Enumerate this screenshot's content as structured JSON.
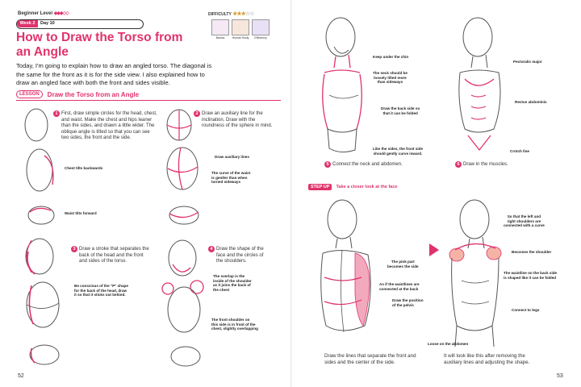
{
  "left_page": {
    "level_label": "Beginner Level",
    "level_dots": "◆◆◆◇◇",
    "week": "Week 2",
    "day": "Day 10",
    "difficulty_label": "DIFFICULTY",
    "difficulty_stars": "★★★",
    "difficulty_stars_off": "☆☆",
    "difficulty_cards": [
      "Basics",
      "Human Body",
      "Efficiency"
    ],
    "title_line1": "How to Draw the Torso from",
    "title_line2": "an Angle",
    "intro_line1": "Today, I'm going to explain how to draw an angled torso. The diagonal is",
    "intro_line2": "the same for the front as it is for the side view. I also explained how to",
    "intro_line3": "draw an angled face with both the front and sides visible.",
    "lesson_tag": "LESSON",
    "lesson_title": "Draw the Torso from an Angle",
    "step1_num": "1",
    "step1_lines": [
      "First, draw simple circles for the head, chest,",
      "and waist. Make the chest and hips leaner",
      "than the sides, and drawn a little wider. The",
      "oblique angle is tilted so that you can see",
      "two sides, the front and the side."
    ],
    "note_chest_tilts": "Chest tilts backwards",
    "note_waist_tilts": "Waist tilts forward",
    "step2_num": "2",
    "step2_lines": [
      "Draw an auxiliary line for the",
      "inclination. Draw with the",
      "roundness of the sphere in mind."
    ],
    "note_aux_lines": "Draw auxiliary lines",
    "note_waist_curve": [
      "The curve of the waist",
      "is gentler than when",
      "turned sideways"
    ],
    "step3_num": "3",
    "step3_lines": [
      "Draw a stroke that separates the",
      "back of the head and the front",
      "and sides of the torso."
    ],
    "note_p_shape": [
      "Be conscious of the \"P\" shape",
      "for the back of the head, draw",
      "it so that it sticks out behind."
    ],
    "step4_num": "4",
    "step4_lines": [
      "Draw the shape of the",
      "face and the circles of",
      "the shoulders."
    ],
    "note_overlap": [
      "The overlap is the",
      "inside of the shoulder",
      "as it joins the back of",
      "the chest"
    ],
    "note_front_shoulder": [
      "The front shoulder on",
      "this side is in front of the",
      "chest, slightly overlapping"
    ],
    "page_number": "52"
  },
  "right_page": {
    "note_chin": "Keep under the chin",
    "note_neck": [
      "The neck should be",
      "loosely tilted more",
      "than sideways"
    ],
    "note_back_side": [
      "Draw the back side so",
      "that it can be folded"
    ],
    "note_sides_front": [
      "Like the sides, the front side",
      "should gently curve inward."
    ],
    "note_pectoralis": "Pectoralis major",
    "note_rectus": "Rectus abdominis",
    "note_crotch": "Crotch line",
    "step5_num": "5",
    "step5_text": "Connect the neck and abdomen.",
    "step6_num": "6",
    "step6_text": "Draw in the muscles.",
    "stepup_tag": "STEP UP",
    "stepup_title": "Take a closer look at the face",
    "note_pink_part": [
      "The pink part",
      "becomes the side"
    ],
    "note_waistlines": [
      "As if the waistlines are",
      "connected at the back"
    ],
    "note_pelvis": [
      "Draw the position",
      "of the pelvis"
    ],
    "note_shoulders_connected": [
      "So that the left and",
      "right shoulders are",
      "connected with a curve"
    ],
    "note_becomes_shoulder": "Becomes the shoulder",
    "note_waistline_back": [
      "The waistline on the back side",
      "is shaped like it can be folded"
    ],
    "note_connect_legs": "Connect to legs",
    "note_loose_abdomen": "Loose on the abdomen",
    "caption_left": [
      "Draw the lines that separate the front and",
      "sides and the center of the side."
    ],
    "caption_right": [
      "It will look like this after removing the",
      "auxiliary lines and adjusting the shape."
    ],
    "page_number": "53"
  },
  "colors": {
    "accent": "#e0336b",
    "text": "#222222",
    "star": "#d4a13a"
  }
}
